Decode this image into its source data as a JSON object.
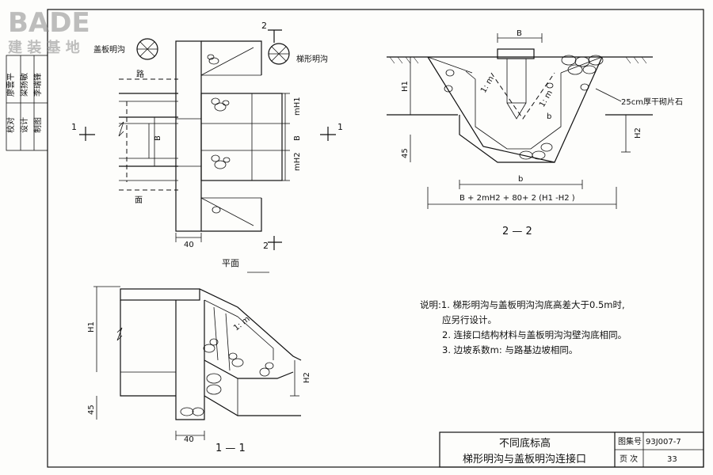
{
  "watermark": {
    "brand": "BADE",
    "subtitle": "建 装 基 地"
  },
  "titleblock": {
    "main_title": "不同底标高",
    "sub_title": "梯形明沟与盖板明沟连接口",
    "atlas_label": "图集号",
    "atlas_number": "93J007-7",
    "page_label": "页 次",
    "page_number": "33"
  },
  "signature_column": {
    "roles": [
      "校对",
      "设计",
      "制图"
    ],
    "names": [
      "廖雲平",
      "梁扬敏",
      "李瑞锋"
    ]
  },
  "plan_view": {
    "caption": "平面",
    "label_road": "路",
    "label_surface": "面",
    "label_covered_ditch": "盖板明沟",
    "label_trapezoid_ditch": "梯形明沟",
    "dim_B": "B",
    "dim_mH1": "mH1",
    "dim_mH2": "mH2",
    "dim_40": "40",
    "cut_1": "1",
    "cut_2": "2"
  },
  "section_2_2": {
    "caption": "2 — 2",
    "dim_B": "B",
    "dim_b_top": "b",
    "dim_b": "b",
    "dim_H1": "H1",
    "dim_H2": "H2",
    "dim_45": "45",
    "slope_1": "1: m",
    "slope_2": "1: m",
    "stone_note": "25cm厚干砌片石",
    "width_formula": "B + 2mH2 + 80+ 2 (H1 -H2 )"
  },
  "section_1_1": {
    "caption": "1 — 1",
    "dim_H1": "H1",
    "dim_H2": "H2",
    "dim_45": "45",
    "dim_40": "40",
    "slope": "1: m"
  },
  "notes": {
    "prefix": "说明:",
    "items": [
      "1.  梯形明沟与盖板明沟沟底高差大于0.5m时,",
      "     应另行设计。",
      "2.  连接口结构材料与盖板明沟沟壁沟底相同。",
      "3.  边坡系数m: 与路基边坡相同。"
    ]
  }
}
